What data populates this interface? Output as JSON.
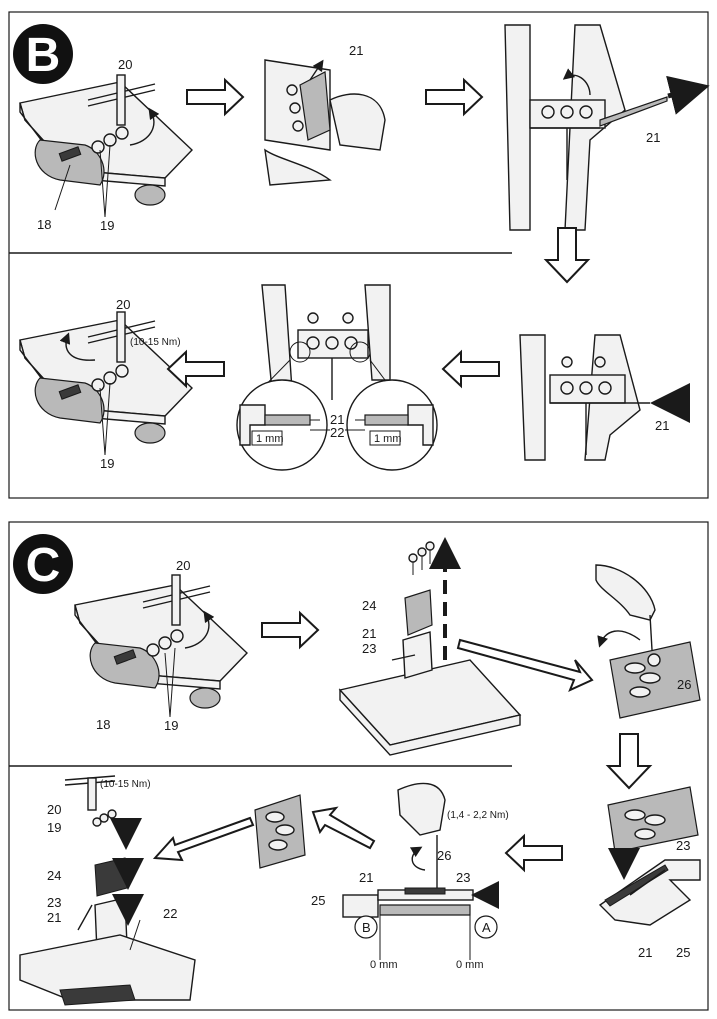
{
  "panel_b": {
    "badge": "B",
    "callouts": {
      "c20_top": "20",
      "c18": "18",
      "c19_top": "19",
      "c21_a": "21",
      "c21_b": "21",
      "c21_c": "21",
      "c20_bottom": "20",
      "torque": "(10-15 Nm)",
      "c19_bottom": "19",
      "c21_d": "21",
      "c22": "22",
      "gap_left": "1 mm",
      "gap_right": "1 mm"
    }
  },
  "panel_c": {
    "badge": "C",
    "callouts": {
      "c20_top": "20",
      "c18": "18",
      "c19_top": "19",
      "c24_top": "24",
      "c21_top": "21",
      "c23_top": "23",
      "c26_top": "26",
      "torque_a": "(10-15 Nm)",
      "c20_bottom": "20",
      "c19_bottom": "19",
      "c24_bottom": "24",
      "c23_bottom": "23",
      "c21_bottom": "21",
      "c22": "22",
      "torque_b": "(1,4 - 2,2 Nm)",
      "c26_mid": "26",
      "c21_mid": "21",
      "c23_mid": "23",
      "c25_mid": "25",
      "point_b": "B",
      "point_a": "A",
      "gap_b": "0 mm",
      "gap_a": "0 mm",
      "c23_right": "23",
      "c21_right": "21",
      "c25_right": "25"
    }
  }
}
